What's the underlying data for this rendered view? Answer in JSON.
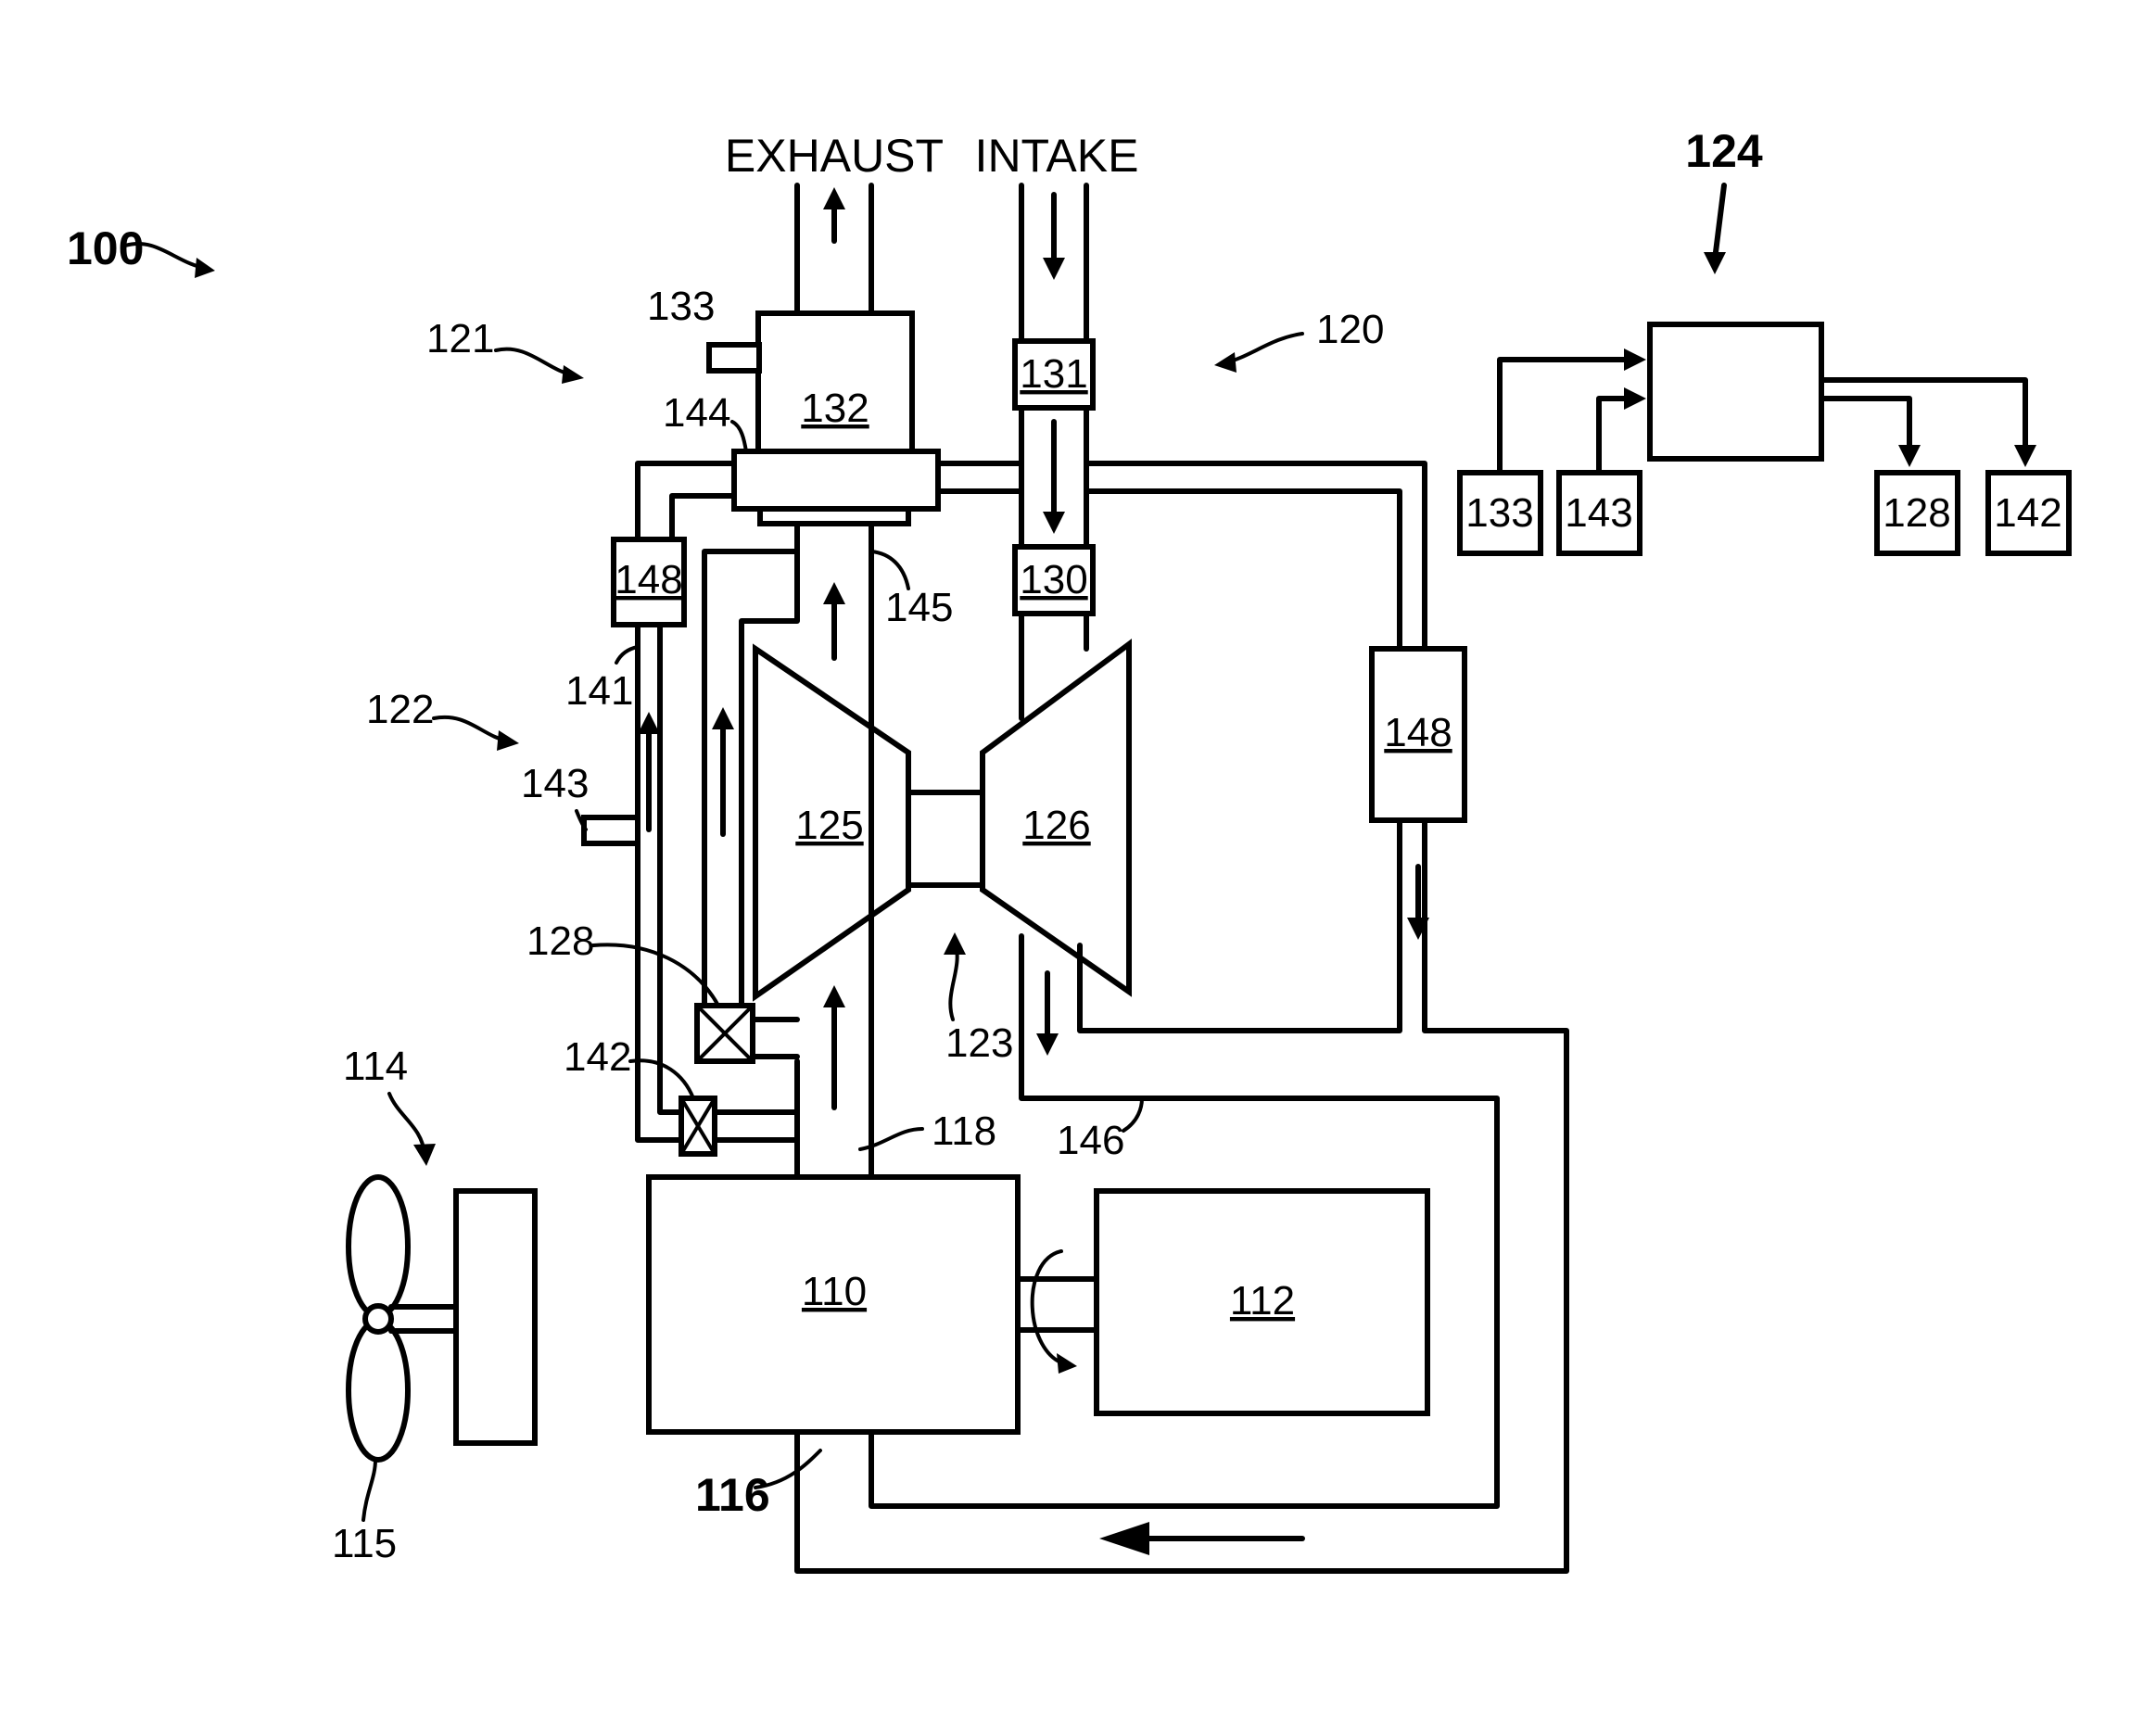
{
  "labels": {
    "exhaust": "EXHAUST",
    "intake": "INTAKE",
    "ref_100": "100",
    "ref_120": "120",
    "ref_121": "121",
    "ref_122": "122",
    "ref_123": "123",
    "ref_124": "124",
    "ref_114": "114",
    "ref_115": "115",
    "ref_116": "116",
    "ref_118": "118",
    "ref_128": "128",
    "ref_133": "133",
    "ref_141": "141",
    "ref_142": "142",
    "ref_143": "143",
    "ref_144": "144",
    "ref_145": "145",
    "ref_146": "146"
  },
  "boxes": {
    "b110": "110",
    "b112": "112",
    "b125": "125",
    "b126": "126",
    "b130": "130",
    "b131": "131",
    "b132": "132",
    "b148_left": "148",
    "b148_right": "148"
  },
  "controller": {
    "inputs": [
      "133",
      "143"
    ],
    "outputs": [
      "128",
      "142"
    ]
  }
}
